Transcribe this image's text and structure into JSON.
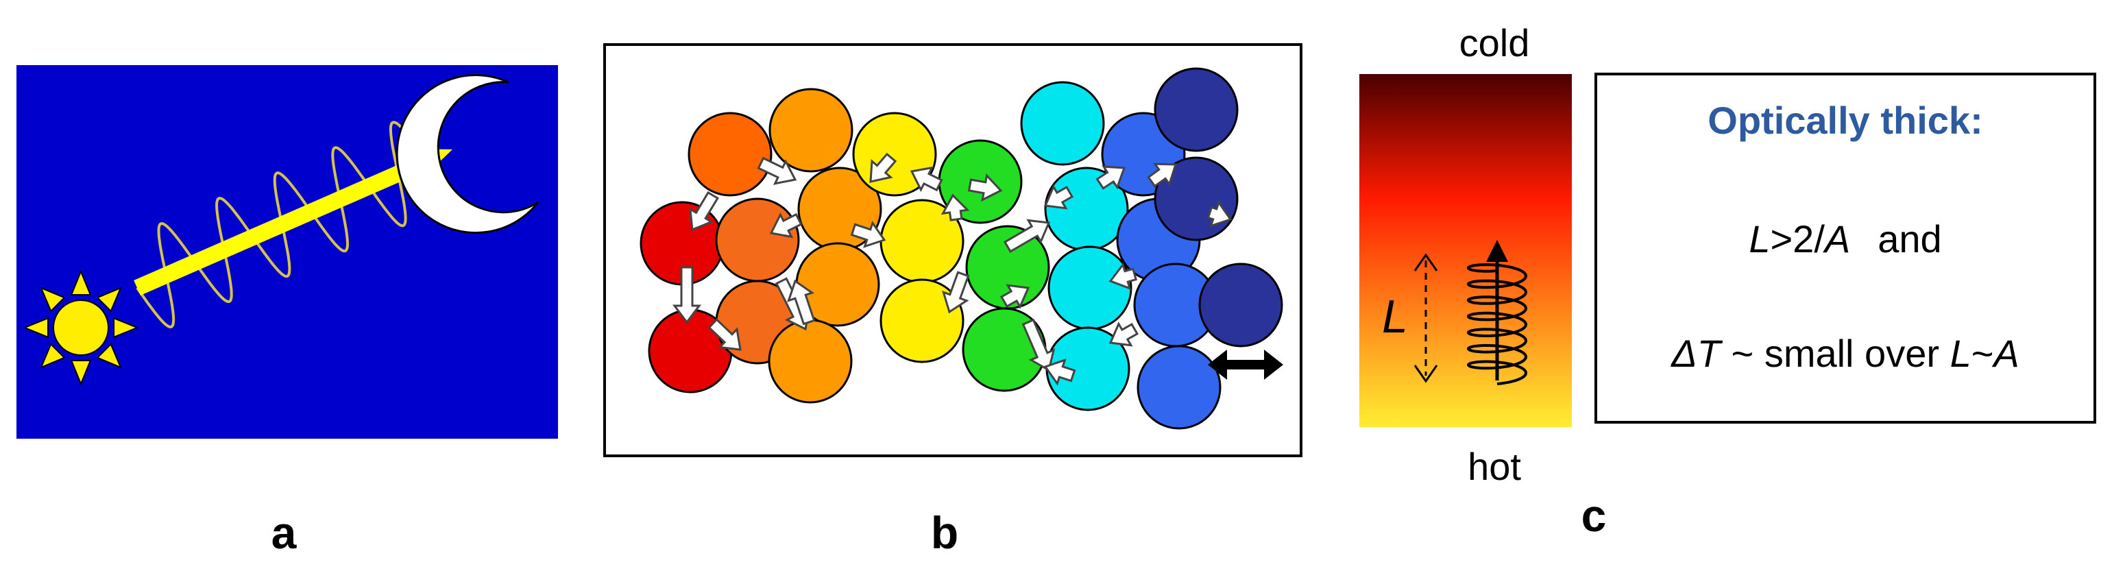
{
  "colors": {
    "sky": "#0000cc",
    "sun": "#ffee00",
    "beam": "#ffff00",
    "wave": "#d4c24a",
    "moon": "#ffffff",
    "box_title": "#2e5aa0",
    "gradient_cold": "#4a0000",
    "gradient_mid": "#ff1a00",
    "gradient_hot": "#ffee33"
  },
  "panel_a": {
    "label": "a"
  },
  "panel_b": {
    "label": "b",
    "spheres": [
      {
        "color": "#e60000"
      },
      {
        "color": "#e60000"
      },
      {
        "color": "#ff6600"
      },
      {
        "color": "#f26a1a"
      },
      {
        "color": "#f26a1a"
      },
      {
        "color": "#ff9900"
      },
      {
        "color": "#ff9900"
      },
      {
        "color": "#ff9900"
      },
      {
        "color": "#ff9900"
      },
      {
        "color": "#ffee00"
      },
      {
        "color": "#ffee00"
      },
      {
        "color": "#ffee00"
      },
      {
        "color": "#22dd22"
      },
      {
        "color": "#22dd22"
      },
      {
        "color": "#22dd22"
      },
      {
        "color": "#00e5ee"
      },
      {
        "color": "#00e5ee"
      },
      {
        "color": "#00e5ee"
      },
      {
        "color": "#00e5ee"
      },
      {
        "color": "#3366ee"
      },
      {
        "color": "#3366ee"
      },
      {
        "color": "#3366ee"
      },
      {
        "color": "#3366ee"
      },
      {
        "color": "#2a3399"
      },
      {
        "color": "#2a3399"
      },
      {
        "color": "#2a3399"
      }
    ]
  },
  "panel_c": {
    "label": "c",
    "top_label": "cold",
    "bottom_label": "hot",
    "length_symbol": "L",
    "box": {
      "title": "Optically thick:",
      "line1": {
        "a": "L",
        "b": ">2/",
        "c": "A",
        "d": "and"
      },
      "line2": {
        "a": "ΔT",
        "b": " ~ small over ",
        "c": "L",
        "d": "~",
        "e": "A"
      }
    }
  }
}
